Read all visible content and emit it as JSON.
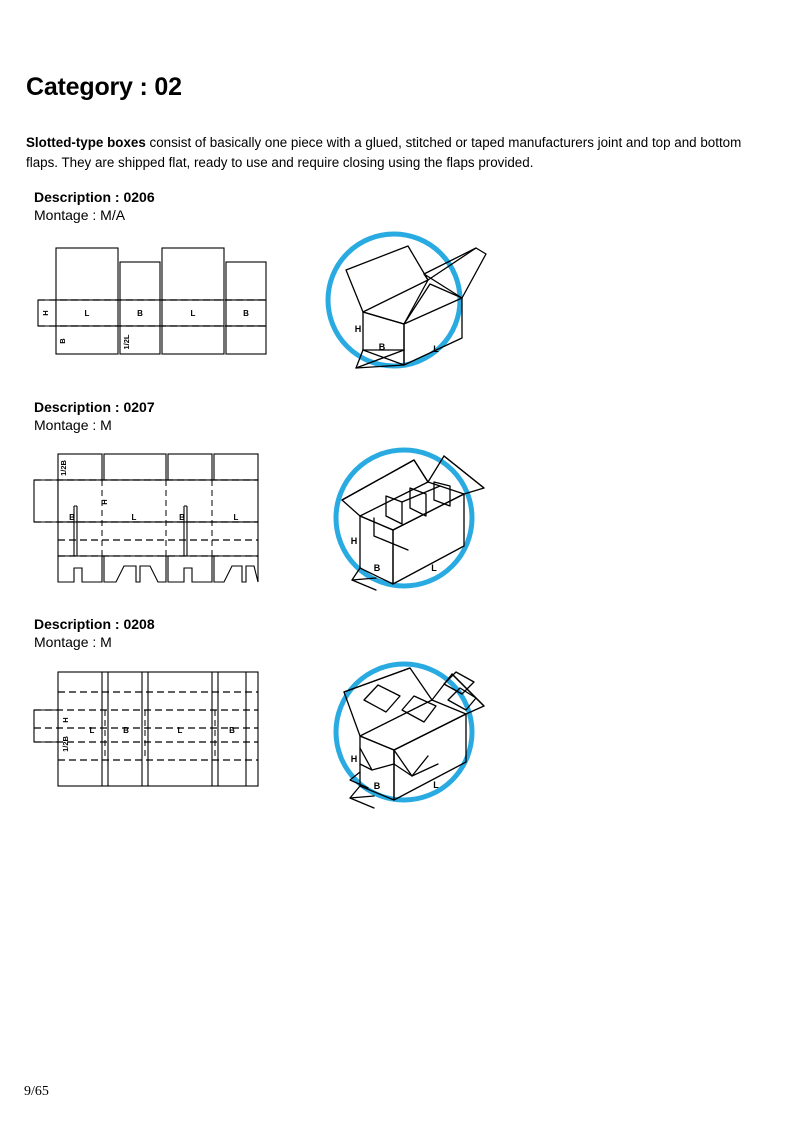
{
  "document": {
    "category_title": "Category : 02",
    "intro_bold": "Slotted-type boxes",
    "intro_rest": " consist of basically one piece with a glued, stitched or taped manufacturers joint and top and bottom flaps. They are shipped flat, ready to use and require closing using the flaps provided.",
    "page_number": "9/65"
  },
  "style": {
    "ring_color": "#29ABE2",
    "line_color": "#000000",
    "page_background": "#ffffff"
  },
  "sections": [
    {
      "id": "0206",
      "description_label": "Description : 0206",
      "montage_label": "Montage : M/A",
      "flat_diagram": {
        "name": "fefco-0206-flat-blank",
        "panel_labels": [
          "L",
          "B",
          "L",
          "B"
        ],
        "tab_label": "H",
        "vertical_labels": [
          "B",
          "1/2L"
        ]
      },
      "iso_diagram": {
        "name": "fefco-0206-assembled-box",
        "dimension_labels": [
          "H",
          "B",
          "L"
        ]
      }
    },
    {
      "id": "0207",
      "description_label": "Description : 0207",
      "montage_label": "Montage : M",
      "flat_diagram": {
        "name": "fefco-0207-flat-blank",
        "panel_labels": [
          "B",
          "L",
          "B",
          "L"
        ],
        "tab_label": "1/2B",
        "vertical_labels": [
          "H"
        ]
      },
      "iso_diagram": {
        "name": "fefco-0207-assembled-box",
        "dimension_labels": [
          "H",
          "B",
          "L"
        ]
      }
    },
    {
      "id": "0208",
      "description_label": "Description : 0208",
      "montage_label": "Montage : M",
      "flat_diagram": {
        "name": "fefco-0208-flat-blank",
        "panel_labels": [
          "L",
          "B",
          "L",
          "B"
        ],
        "tab_label": "H",
        "vertical_labels": [
          "1/2B"
        ]
      },
      "iso_diagram": {
        "name": "fefco-0208-assembled-box",
        "dimension_labels": [
          "H",
          "B",
          "L"
        ]
      }
    }
  ]
}
